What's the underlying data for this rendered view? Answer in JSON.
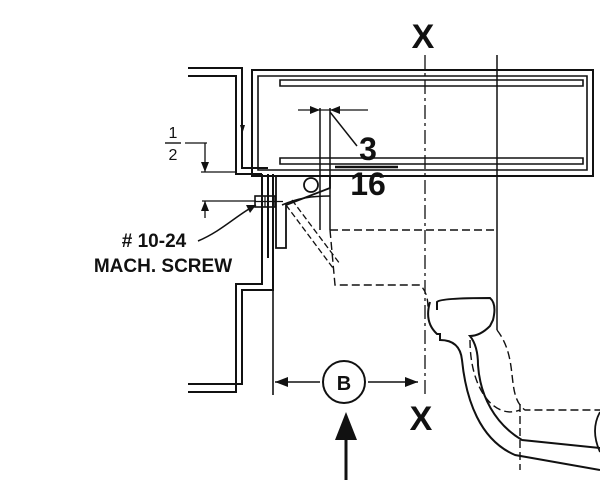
{
  "labels": {
    "section_top": "X",
    "section_bottom": "X",
    "fraction_half_num": "1",
    "fraction_half_den": "2",
    "fraction_3_16_num": "3",
    "fraction_3_16_den": "16",
    "screw_size": "# 10-24",
    "screw_type": "MACH. SCREW",
    "callout_b": "B"
  }
}
